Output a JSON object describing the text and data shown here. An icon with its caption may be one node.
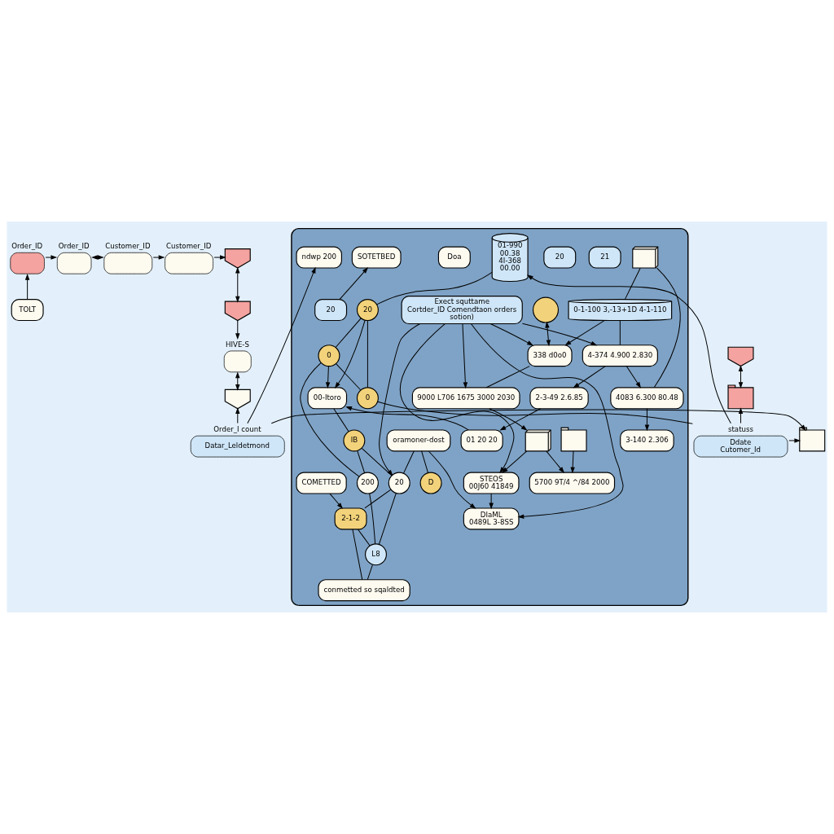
{
  "diagram": {
    "nodes": [
      {
        "text": [],
        "shape": "person",
        "beside": [
          "Order_ID"
        ]
      },
      {
        "text": [],
        "shape": "person",
        "beside": [
          "Order_ID"
        ]
      },
      {
        "text": [],
        "shape": "person",
        "beside": [
          "Customer_ID"
        ]
      },
      {
        "text": [],
        "shape": "person",
        "beside": [
          "Customer_ID"
        ]
      },
      {
        "text": [],
        "shape": "person"
      },
      {
        "text": [
          "TOLT"
        ]
      },
      {
        "text": [],
        "shape": "box"
      },
      {
        "text": [],
        "shape": "circle",
        "in": 6
      },
      {
        "text": [],
        "shape": "box",
        "in": 6
      },
      {
        "text": [
          "0-1-100 3,-13+1D 4-1-110"
        ],
        "in": 6
      },
      {
        "text": [
          "338 d0o0"
        ],
        "in": 6
      },
      {
        "text": [
          "9000 L706 1675 3000 2030"
        ],
        "in": 6
      },
      {
        "text": [],
        "shape": "box",
        "in": 6
      },
      {
        "text": [
          "5700 9T/4 ^/84 2000"
        ],
        "in": 6
      },
      {
        "text": [
          "Exect squttame",
          "Cortder_ID Comendtaon orders",
          "sotion)"
        ],
        "in": 6
      },
      {
        "text": [
          "STEOS",
          "00J60 41849"
        ],
        "in": 6
      },
      {
        "text": [
          "DIaML",
          "0489L 3-8SS"
        ],
        "in": 6
      },
      {
        "text": [],
        "shape": "picture",
        "in": 6
      },
      {
        "text": [
          "4083 6.300 80.48"
        ],
        "in": 6
      },
      {
        "text": [
          "4-374 4.900 2.830"
        ],
        "in": 6
      },
      {
        "text": [
          "3-140 2.306"
        ],
        "in": 6
      },
      {
        "text": [
          "2-3-49 2.6.85"
        ],
        "in": 6
      },
      {
        "text": [
          "20"
        ],
        "in": 6
      },
      {
        "text": [
          "21"
        ],
        "in": 6
      },
      {
        "text": [
          "01 20 20"
        ],
        "in": 6
      },
      {
        "text": [
          "20"
        ],
        "in": 6
      },
      {
        "text": [
          "SOTETBED"
        ],
        "in": 6
      },
      {
        "text": [
          "Doa"
        ],
        "in": 6
      },
      {
        "text": [
          "00-Itoro"
        ],
        "in": 6
      },
      {
        "text": [
          "IB"
        ],
        "in": 6
      },
      {
        "text": [
          "20"
        ],
        "in": 6
      },
      {
        "text": [
          "200"
        ],
        "in": 6
      },
      {
        "text": [
          "L8"
        ],
        "in": 6
      },
      {
        "text": [
          "20"
        ],
        "in": 6
      },
      {
        "text": [
          "0"
        ],
        "in": 6
      },
      {
        "text": [
          "0"
        ],
        "in": 6
      },
      {
        "text": [
          "01-990",
          "00.38",
          "4I-368",
          "00.00"
        ],
        "in": 6
      },
      {
        "text": [
          "oramoner-dost"
        ],
        "in": 6
      },
      {
        "text": [
          "2-1-2"
        ],
        "in": 6
      },
      {
        "text": [
          "COMETTED"
        ],
        "in": 6
      },
      {
        "text": [
          "ndwp 200"
        ],
        "in": 6
      },
      {
        "text": [
          "conmetted so sqaldted"
        ],
        "in": 6
      },
      {
        "text": [
          "D"
        ],
        "in": 6
      },
      {
        "text": [
          "Ddate",
          "Cutomer_Id"
        ],
        "beside": [
          "statuss"
        ]
      },
      {
        "text": [],
        "shape": "picture"
      },
      {
        "text": [
          "Datar_Leldetmond"
        ],
        "beside": [
          "Order_I count"
        ]
      },
      {
        "text": [],
        "shape": "person"
      },
      {
        "text": [],
        "shape": "box",
        "beside": [
          "HIVE-S"
        ]
      },
      {
        "text": [],
        "shape": "person"
      },
      {
        "text": [],
        "shape": "person"
      },
      {
        "text": [],
        "shape": "picture"
      }
    ],
    "edges": [
      {
        "from": 0,
        "to": 1,
        "arrow": "to"
      },
      {
        "from": 1,
        "to": 2,
        "arrow": "both"
      },
      {
        "from": 2,
        "to": 3,
        "arrow": "to"
      },
      {
        "from": 3,
        "to": 4,
        "arrow": "to"
      },
      {
        "from": 4,
        "to": 46,
        "arrow": "both"
      },
      {
        "from": 5,
        "to": 0,
        "arrow": "to"
      },
      {
        "from": 49,
        "to": 50,
        "arrow": "both"
      },
      {
        "from": 43,
        "to": 50,
        "arrow": "to"
      },
      {
        "from": 46,
        "to": 47,
        "arrow": "to"
      },
      {
        "from": 47,
        "to": 48,
        "arrow": "both"
      },
      {
        "from": 45,
        "to": 48,
        "arrow": "to"
      },
      {
        "from": 43,
        "to": 44,
        "arrow": "to"
      },
      {
        "from": 45,
        "to": 44,
        "arrow": "to"
      },
      {
        "from": 43,
        "to": 36,
        "arrow": "to"
      },
      {
        "from": 43,
        "to": 35,
        "arrow": "none"
      },
      {
        "from": 45,
        "to": 40,
        "arrow": "to"
      },
      {
        "from": 10,
        "to": 7,
        "arrow": "both"
      },
      {
        "from": 8,
        "to": 9,
        "arrow": "none"
      },
      {
        "from": 8,
        "to": 18,
        "arrow": "none"
      },
      {
        "from": 9,
        "to": 19,
        "arrow": "none"
      },
      {
        "from": 9,
        "to": 10,
        "arrow": "to"
      },
      {
        "from": 10,
        "to": 11,
        "arrow": "none"
      },
      {
        "from": 11,
        "to": 12,
        "arrow": "to"
      },
      {
        "from": 12,
        "to": 13,
        "arrow": "to"
      },
      {
        "from": 12,
        "to": 15,
        "arrow": "to"
      },
      {
        "from": 14,
        "to": 10,
        "arrow": "to"
      },
      {
        "from": 14,
        "to": 11,
        "arrow": "to"
      },
      {
        "from": 14,
        "to": 15,
        "arrow": "to"
      },
      {
        "from": 14,
        "to": 16,
        "arrow": "to"
      },
      {
        "from": 14,
        "to": 19,
        "arrow": "to"
      },
      {
        "from": 19,
        "to": 18,
        "arrow": "to"
      },
      {
        "from": 18,
        "to": 20,
        "arrow": "to"
      },
      {
        "from": 19,
        "to": 21,
        "arrow": "to"
      },
      {
        "from": 15,
        "to": 16,
        "arrow": "to"
      },
      {
        "from": 17,
        "to": 13,
        "arrow": "to"
      },
      {
        "from": 21,
        "to": 24,
        "arrow": "to"
      },
      {
        "from": 22,
        "to": 26,
        "arrow": "to"
      },
      {
        "from": 24,
        "to": 28,
        "arrow": "to"
      },
      {
        "from": 33,
        "to": 28,
        "arrow": "to"
      },
      {
        "from": 34,
        "to": 28,
        "arrow": "to"
      },
      {
        "from": 36,
        "to": 33,
        "arrow": "none"
      },
      {
        "from": 33,
        "to": 34,
        "arrow": "none"
      },
      {
        "from": 33,
        "to": 35,
        "arrow": "none"
      },
      {
        "from": 34,
        "to": 35,
        "arrow": "none"
      },
      {
        "from": 34,
        "to": 31,
        "arrow": "none"
      },
      {
        "from": 28,
        "to": 29,
        "arrow": "none"
      },
      {
        "from": 29,
        "to": 30,
        "arrow": "none"
      },
      {
        "from": 29,
        "to": 31,
        "arrow": "none"
      },
      {
        "from": 31,
        "to": 32,
        "arrow": "none"
      },
      {
        "from": 30,
        "to": 32,
        "arrow": "none"
      },
      {
        "from": 14,
        "to": 30,
        "arrow": "to"
      },
      {
        "from": 30,
        "to": 38,
        "arrow": "none"
      },
      {
        "from": 32,
        "to": 38,
        "arrow": "none"
      },
      {
        "from": 37,
        "to": 16,
        "arrow": "to"
      },
      {
        "from": 37,
        "to": 42,
        "arrow": "none"
      },
      {
        "from": 37,
        "to": 30,
        "arrow": "none"
      },
      {
        "from": 39,
        "to": 38,
        "arrow": "to"
      },
      {
        "from": 38,
        "to": 41,
        "arrow": "none"
      },
      {
        "from": 32,
        "to": 41,
        "arrow": "none"
      }
    ]
  }
}
